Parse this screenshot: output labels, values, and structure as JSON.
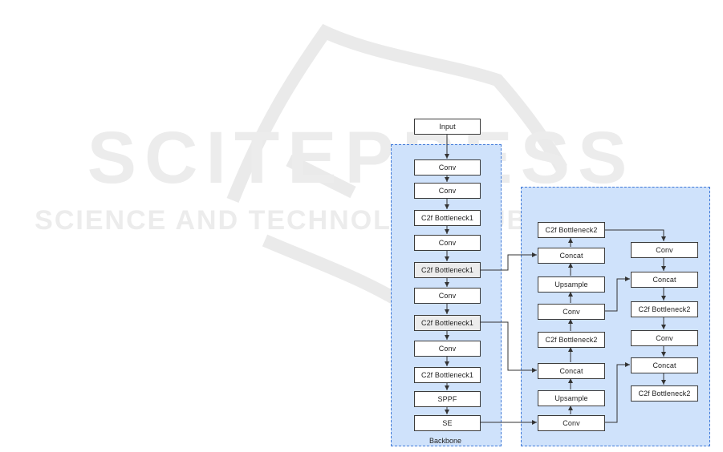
{
  "watermark": {
    "big": "SCITEPRESS",
    "small": "SCIENCE AND TECHNOLOGY PUBLICATIONS"
  },
  "labels": {
    "backbone": "Backbone"
  },
  "nodes": {
    "input": "Input",
    "b_conv1": "Conv",
    "b_conv2": "Conv",
    "b_c2f1": "C2f Bottleneck1",
    "b_conv3": "Conv",
    "b_c2f2": "C2f Bottleneck1",
    "b_conv4": "Conv",
    "b_c2f3": "C2f Bottleneck1",
    "b_conv5": "Conv",
    "b_c2f4": "C2f Bottleneck1",
    "b_sppf": "SPPF",
    "b_se": "SE",
    "m_c2f_top": "C2f Bottleneck2",
    "m_concat1": "Concat",
    "m_upsample1": "Upsample",
    "m_conv1": "Conv",
    "m_c2f_mid": "C2f Bottleneck2",
    "m_concat2": "Concat",
    "m_upsample2": "Upsample",
    "m_conv_bottom": "Conv",
    "r_conv1": "Conv",
    "r_concat1": "Concat",
    "r_c2f1": "C2f Bottleneck2",
    "r_conv2": "Conv",
    "r_concat2": "Concat",
    "r_c2f2": "C2f Bottleneck2"
  }
}
